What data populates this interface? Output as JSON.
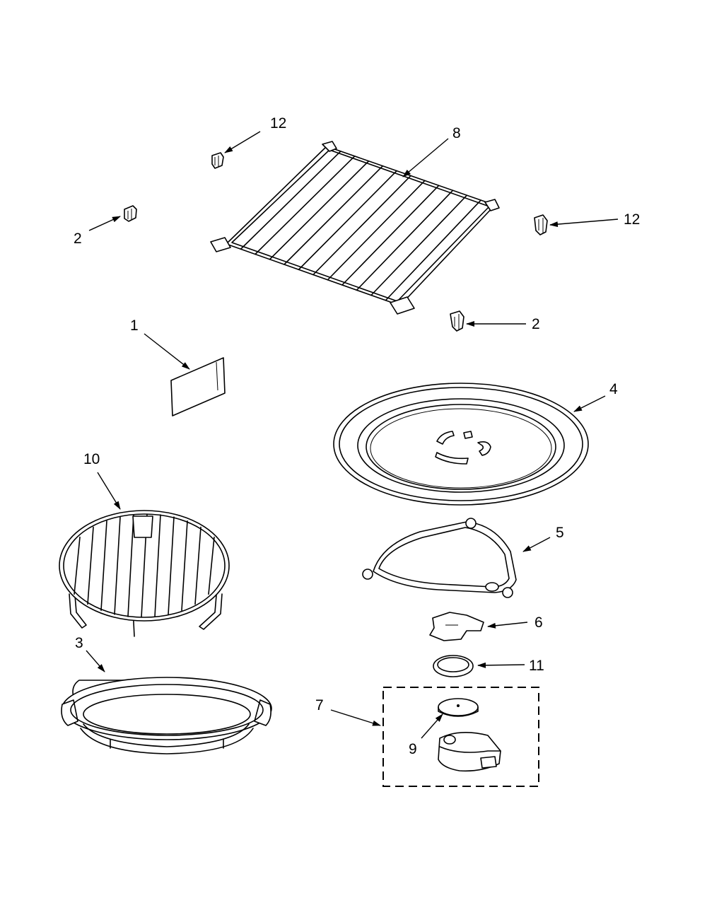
{
  "callouts": {
    "c12a": "12",
    "c8": "8",
    "c2a": "2",
    "c12b": "12",
    "c2b": "2",
    "c1": "1",
    "c4": "4",
    "c10": "10",
    "c5": "5",
    "c6": "6",
    "c3": "3",
    "c11": "11",
    "c7": "7",
    "c9": "9"
  },
  "colors": {
    "line": "#000000",
    "background": "#ffffff"
  }
}
